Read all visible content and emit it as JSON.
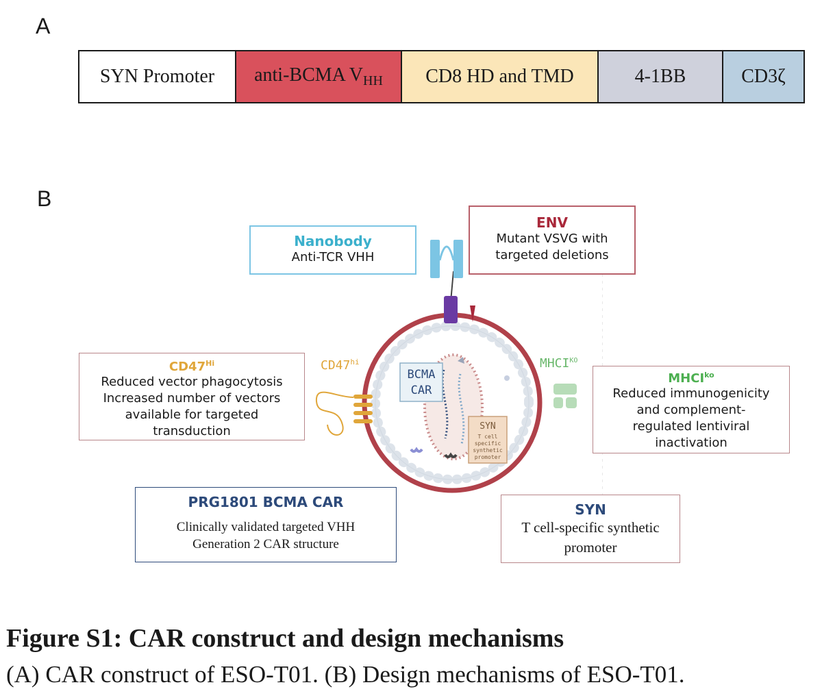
{
  "panel_a": {
    "letter": "A",
    "segments": [
      {
        "label": "SYN Promoter",
        "color": "#ffffff"
      },
      {
        "label": "anti-BCMA V",
        "sub": "HH",
        "color": "#d9515c"
      },
      {
        "label": "CD8 HD and TMD",
        "color": "#fbe6b8"
      },
      {
        "label": "4-1BB",
        "color": "#cfd1dc"
      },
      {
        "label": "CD3ζ",
        "color": "#b9cfe0"
      }
    ]
  },
  "panel_b": {
    "letter": "B",
    "nanobody": {
      "title": "Nanobody",
      "text": "Anti-TCR VHH",
      "color": "#3bb0cc"
    },
    "env": {
      "title": "ENV",
      "lines": [
        "Mutant VSVG with",
        "targeted deletions"
      ],
      "color": "#a9283a"
    },
    "cd47": {
      "title": "CD47",
      "sup": "Hi",
      "lines": [
        "Reduced vector phagocytosis",
        "Increased number of vectors",
        "available for targeted",
        "transduction"
      ],
      "color": "#e0a63a"
    },
    "mhci": {
      "title": "MHCI",
      "sup": "ko",
      "lines": [
        "Reduced immunogenicity",
        "and complement-",
        "regulated lentiviral",
        "inactivation"
      ],
      "color": "#4caf50"
    },
    "prg": {
      "title": "PRG1801 BCMA CAR",
      "lines": [
        "Clinically validated targeted VHH",
        "Generation 2 CAR structure"
      ],
      "color": "#2d4a7a"
    },
    "syn": {
      "title": "SYN",
      "lines": [
        "T cell-specific synthetic",
        "promoter"
      ],
      "color": "#2d4a7a"
    },
    "virion_labels": {
      "cd47": "CD47",
      "cd47_sup": "hi",
      "mhci": "MHCI",
      "mhci_sup": "KO",
      "bcma_line1": "BCMA",
      "bcma_line2": "CAR",
      "syn_title": "SYN",
      "syn_lines": [
        "T cell",
        "specific",
        "synthetic",
        "promoter"
      ]
    }
  },
  "caption": {
    "title": "Figure S1: CAR construct and design mechanisms",
    "text": "(A) CAR construct of ESO-T01. (B) Design mechanisms of ESO-T01."
  }
}
